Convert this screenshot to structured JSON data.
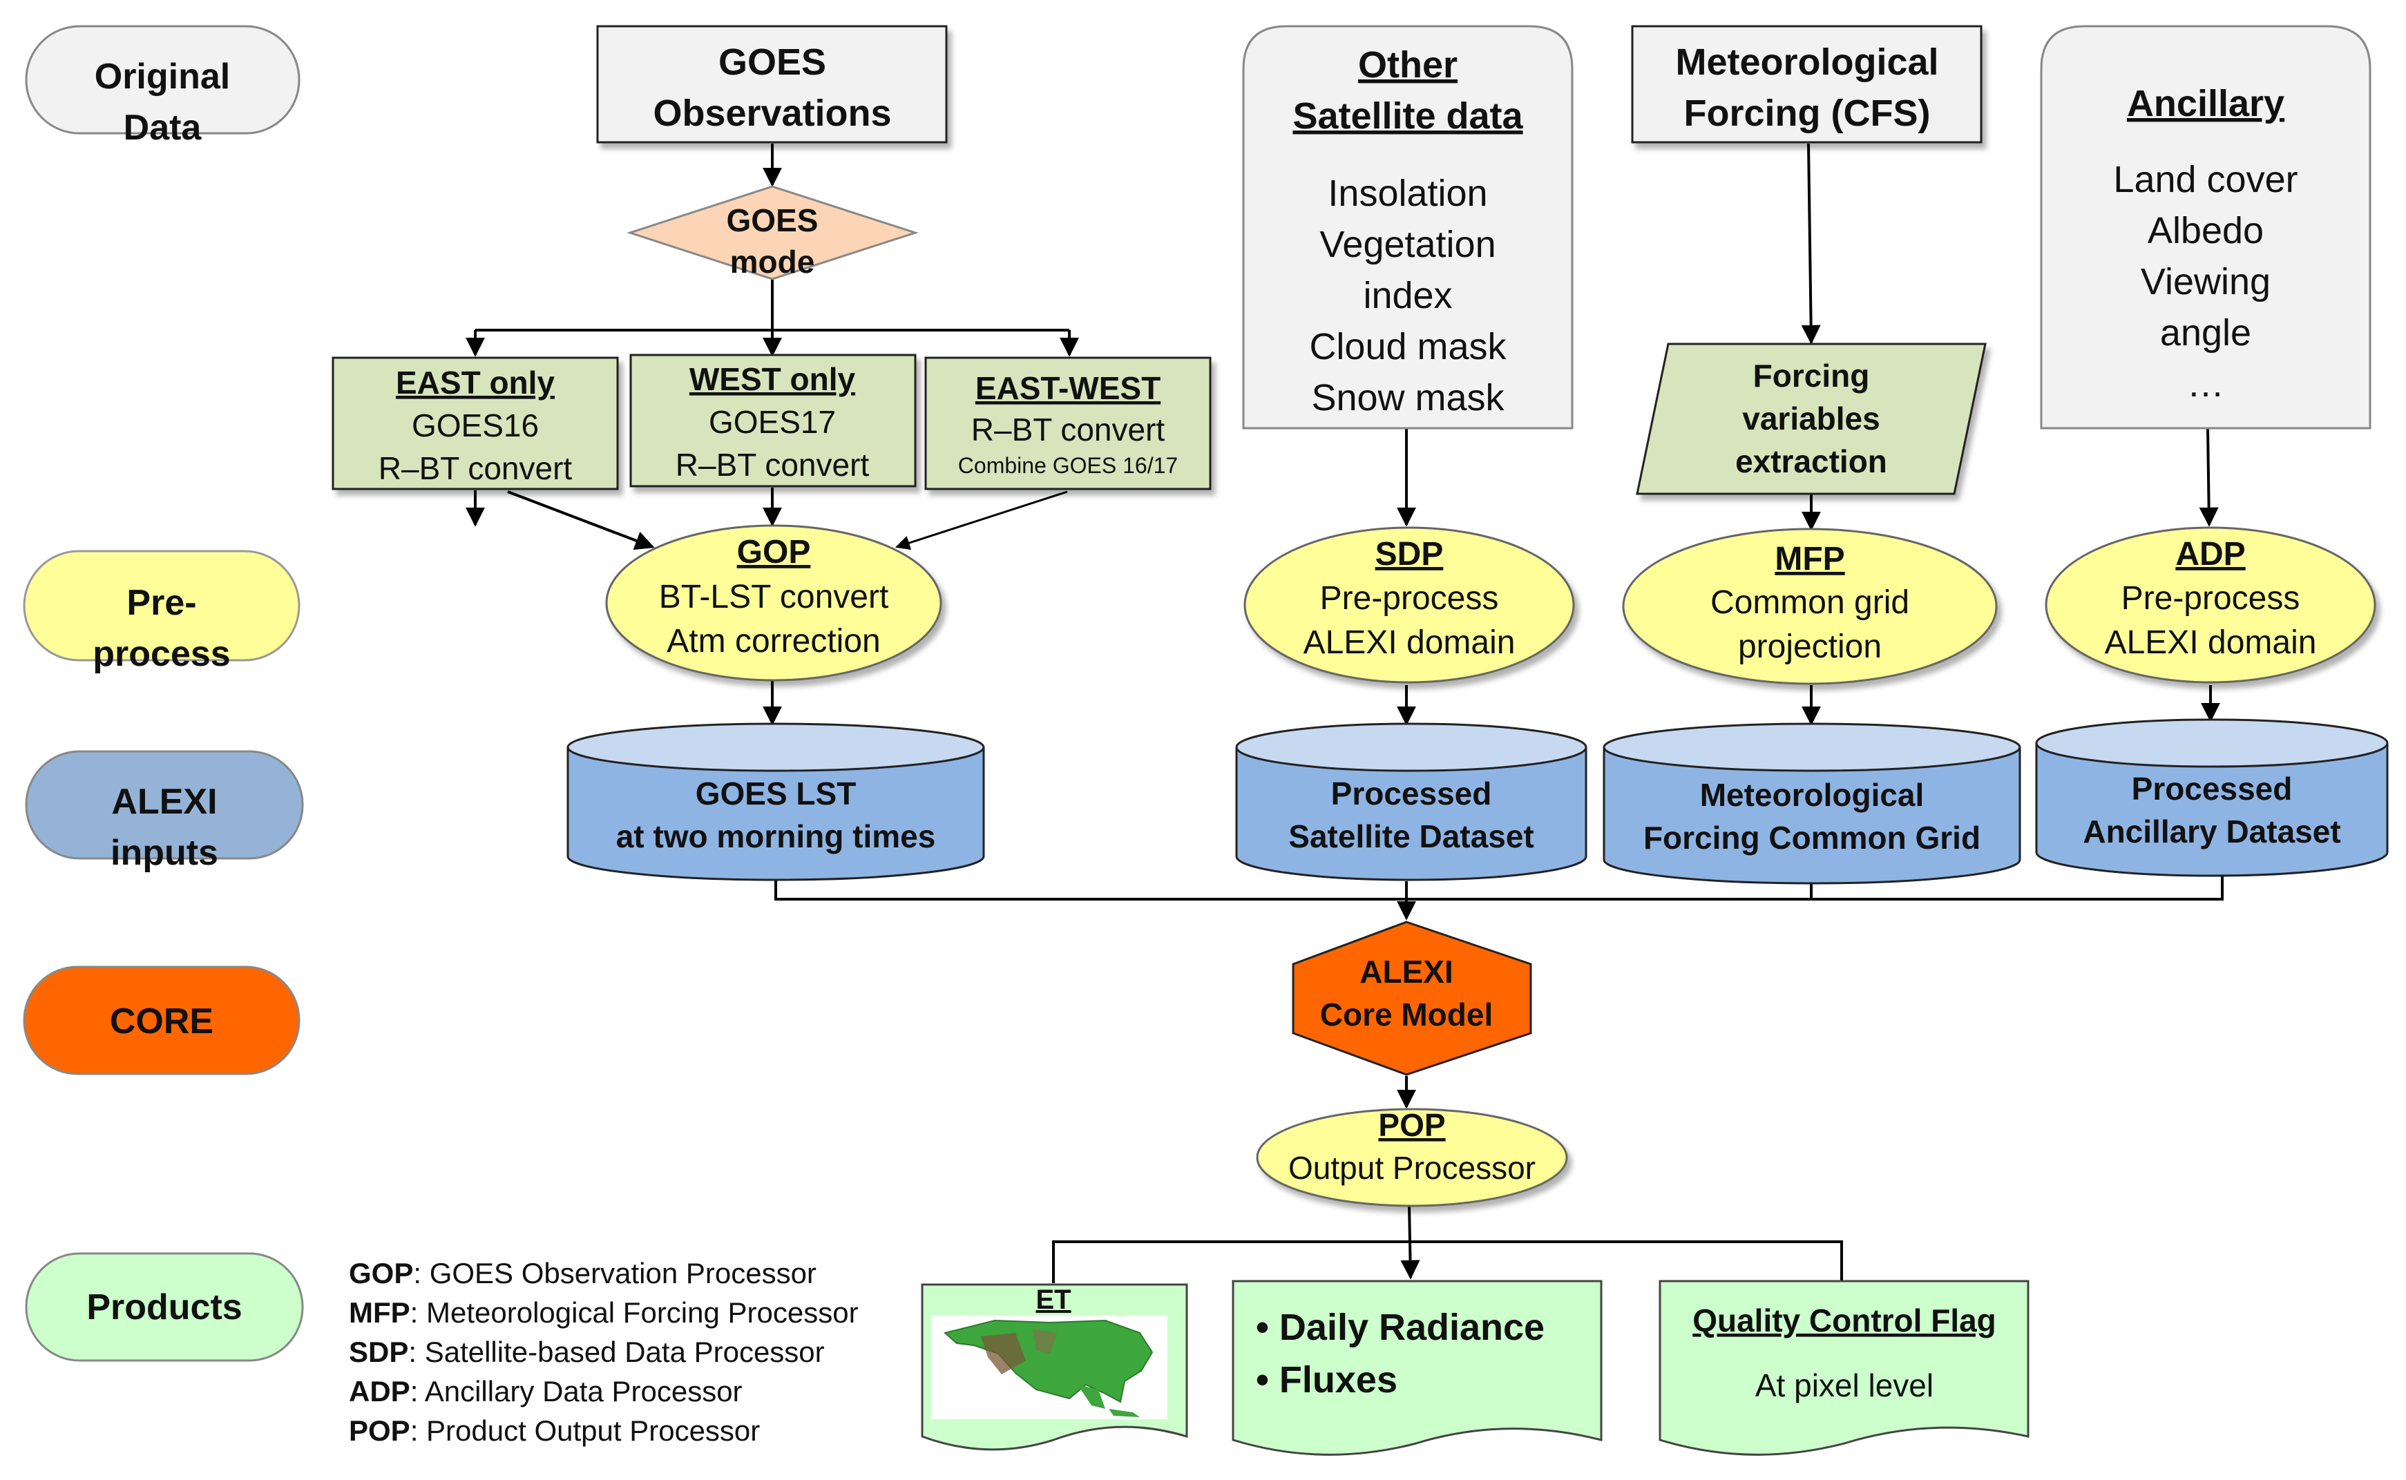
{
  "stages": {
    "original": "Original Data",
    "preprocess": "Pre-process",
    "alexi_inputs": "ALEXI inputs",
    "core": "CORE",
    "products": "Products"
  },
  "goes_obs": "GOES Observations",
  "goes_mode": "GOES mode",
  "east": {
    "title": "EAST only",
    "line1": "GOES16",
    "line2": "R–BT convert"
  },
  "west": {
    "title": "WEST only",
    "line1": "GOES17",
    "line2": "R–BT convert"
  },
  "eastwest": {
    "title": "EAST-WEST",
    "line1": "R–BT convert",
    "line2": "Combine GOES 16/17"
  },
  "other_sat": {
    "title": "Other Satellite data",
    "items": [
      "Insolation",
      "Vegetation",
      "index",
      "Cloud mask",
      "Snow mask"
    ]
  },
  "met_forcing": "Meteorological Forcing (CFS)",
  "forcing_extract": "Forcing variables extraction",
  "ancillary": {
    "title": "Ancillary",
    "items": [
      "Land cover",
      "Albedo",
      "Viewing",
      "angle",
      "…"
    ]
  },
  "gop": {
    "title": "GOP",
    "line1": "BT-LST convert",
    "line2": "Atm correction"
  },
  "sdp": {
    "title": "SDP",
    "line1": "Pre-process",
    "line2": "ALEXI domain"
  },
  "mfp": {
    "title": "MFP",
    "line1": "Common grid",
    "line2": "projection"
  },
  "adp": {
    "title": "ADP",
    "line1": "Pre-process",
    "line2": "ALEXI domain"
  },
  "db": {
    "goes_lst": [
      "GOES LST",
      "at two morning times"
    ],
    "sat": [
      "Processed",
      "Satellite Dataset"
    ],
    "met": [
      "Meteorological",
      "Forcing Common Grid"
    ],
    "anc": [
      "Processed",
      "Ancillary Dataset"
    ]
  },
  "core": [
    "ALEXI",
    "Core Model"
  ],
  "pop": {
    "title": "POP",
    "line1": "Output Processor"
  },
  "products": {
    "et": "ET",
    "fluxes": [
      "• Daily Radiance",
      "• Fluxes"
    ],
    "qc_title": "Quality Control Flag",
    "qc_line": "At pixel level"
  },
  "legend": [
    {
      "abbr": "GOP",
      "desc": ": GOES Observation Processor"
    },
    {
      "abbr": "MFP",
      "desc": ": Meteorological Forcing Processor"
    },
    {
      "abbr": "SDP",
      "desc": ": Satellite-based Data Processor"
    },
    {
      "abbr": "ADP",
      "desc": ": Ancillary Data Processor"
    },
    {
      "abbr": "POP",
      "desc": ": Product Output Processor"
    }
  ],
  "colors": {
    "gray_fill": "#f2f2f2",
    "diamond": "#fbd5b5",
    "green_box": "#d7e4bc",
    "ellipse": "#ffff99",
    "pill_blue": "#95b3d7",
    "db_fill": "#8eb4e3",
    "db_top": "#c6d9f1",
    "core": "#ff6600",
    "product_green": "#ccffcc"
  }
}
